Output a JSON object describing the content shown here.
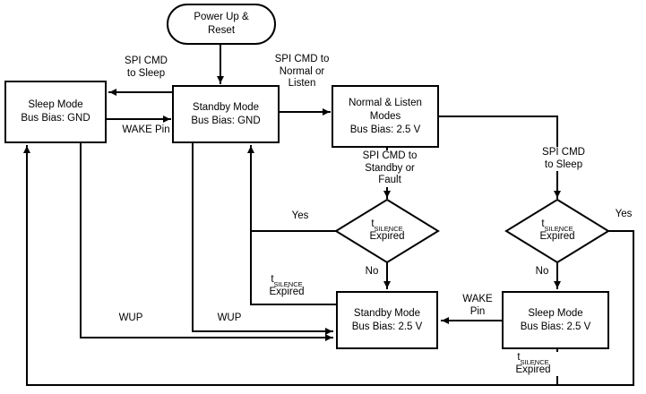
{
  "colors": {
    "stroke": "#000000",
    "background": "#ffffff"
  },
  "nodes": {
    "power_up": {
      "line1": "Power Up &",
      "line2": "Reset"
    },
    "sleep_gnd": {
      "line1": "Sleep Mode",
      "line2": "Bus Bias: GND"
    },
    "standby_gnd": {
      "line1": "Standby Mode",
      "line2": "Bus Bias: GND"
    },
    "normal_listen": {
      "line1": "Normal & Listen",
      "line2": "Modes",
      "line3": "Bus Bias: 2.5 V"
    },
    "decision_left": {
      "pre": "t",
      "sub": "SILENCE",
      "line2": "Expired"
    },
    "decision_right": {
      "pre": "t",
      "sub": "SILENCE",
      "line2": "Expired"
    },
    "standby_25": {
      "line1": "Standby Mode",
      "line2": "Bus Bias: 2.5 V"
    },
    "sleep_25": {
      "line1": "Sleep Mode",
      "line2": "Bus Bias: 2.5 V"
    }
  },
  "labels": {
    "spi_sleep_top": {
      "line1": "SPI CMD",
      "line2": "to Sleep"
    },
    "wake_pin_top": "WAKE Pin",
    "spi_normal": {
      "line1": "SPI CMD to",
      "line2": "Normal or",
      "line3": "Listen"
    },
    "spi_standby": {
      "line1": "SPI CMD to",
      "line2": "Standby or",
      "line3": "Fault"
    },
    "spi_sleep_right": {
      "line1": "SPI CMD",
      "line2": "to Sleep"
    },
    "yes_left": "Yes",
    "no_left": "No",
    "yes_right": "Yes",
    "no_right": "No",
    "tsilence_mid": {
      "pre": "t",
      "sub": "SILENCE",
      "line2": "Expired"
    },
    "wake_pin_mid": {
      "line1": "WAKE",
      "line2": "Pin"
    },
    "wup_left": "WUP",
    "wup_mid": "WUP",
    "tsilence_bottom": {
      "pre": "t",
      "sub": "SILENCE",
      "line2": "Expired"
    }
  }
}
